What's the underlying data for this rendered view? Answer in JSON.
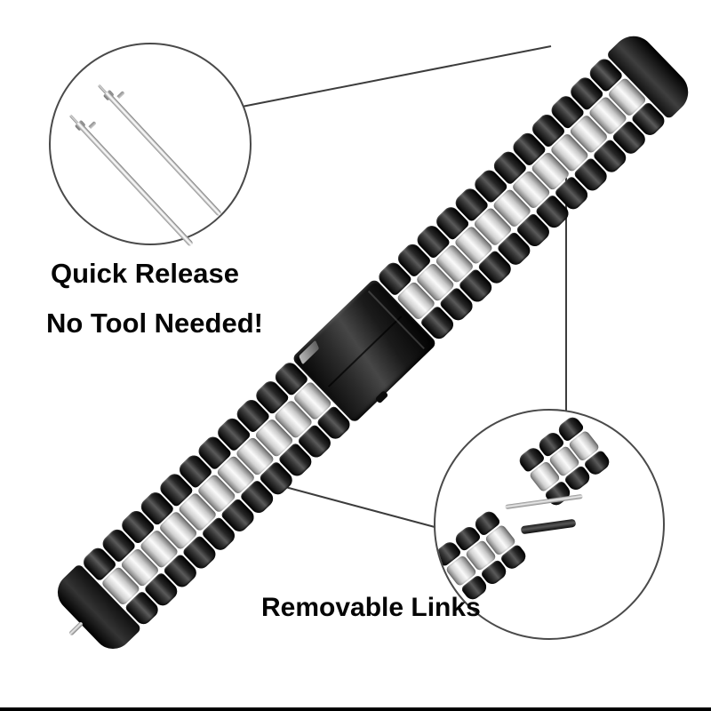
{
  "labels": {
    "quick_release": "Quick Release",
    "no_tool": "No Tool Needed!",
    "removable_links": "Removable Links"
  },
  "figure": {
    "band_style": "two-tone stainless steel watch band, black outer links, silver center links, black fold-over clasp",
    "links_upper": 12,
    "links_lower": 11,
    "mini_links": 3
  },
  "icons": {
    "quick_release_detail": "spring-bar-pins-icon",
    "removable_links_detail": "separated-links-icon"
  },
  "colors": {
    "background": "#ffffff",
    "black_link": "#111111",
    "steel_light": "#fafafa",
    "steel_mid": "#c8c8c8",
    "callout_line": "#3c3c3c",
    "text": "#050505"
  }
}
